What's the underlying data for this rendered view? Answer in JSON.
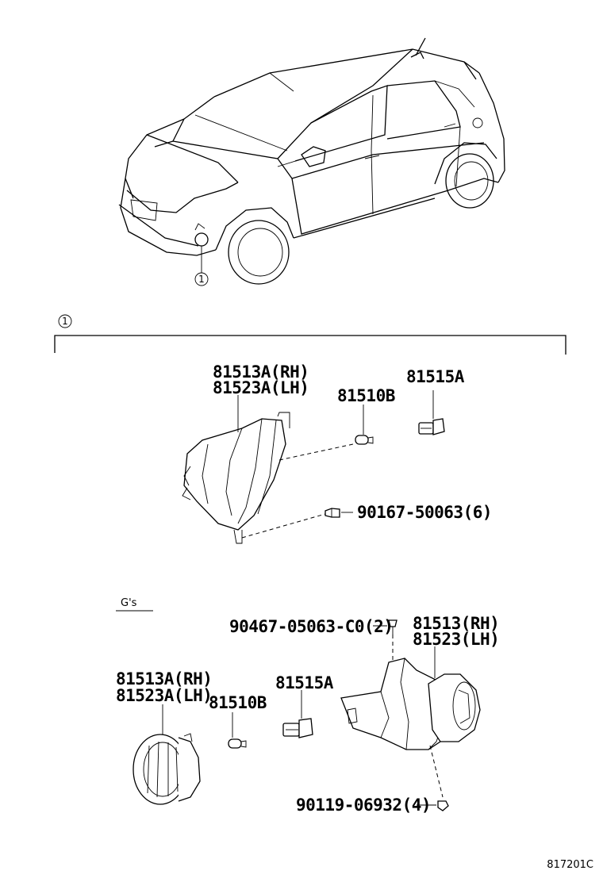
{
  "callouts": {
    "car_ref": "1",
    "section_ref": "1"
  },
  "section_title": "G's",
  "labels": {
    "upper_lamp_rh": "81513A(RH)",
    "upper_lamp_lh": "81523A(LH)",
    "upper_bulb": "81510B",
    "upper_socket": "81515A",
    "upper_screw": "90167-50063(6)",
    "lower_clip": "90467-05063-C0(2)",
    "lower_bracket_rh": "81513(RH)",
    "lower_bracket_lh": "81523(LH)",
    "lower_lamp_rh": "81513A(RH)",
    "lower_lamp_lh": "81523A(LH)",
    "lower_bulb": "81510B",
    "lower_socket": "81515A",
    "lower_screw": "90119-06932(4)"
  },
  "drawing_code": "817201C"
}
